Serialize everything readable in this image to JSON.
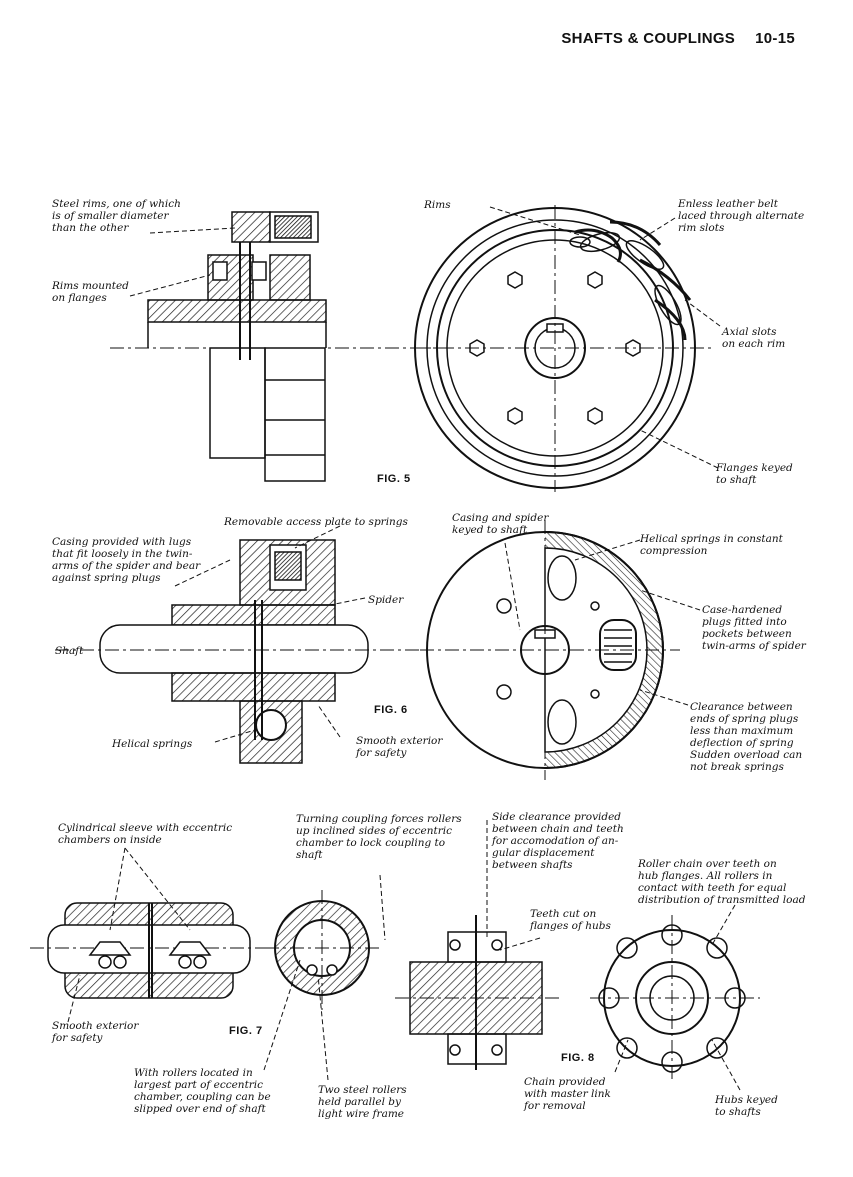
{
  "header": {
    "section": "SHAFTS & COUPLINGS",
    "page": "10-15"
  },
  "fig5": {
    "caption": "FIG. 5",
    "steel_rims": "Steel rims, one of which\nis of smaller diameter\nthan the other",
    "rims_mounted": "Rims mounted\non flanges",
    "rims": "Rims",
    "belt": "Enless leather belt\nlaced through alternate\nrim slots",
    "axial_slots": "Axial slots\non each rim",
    "flanges_keyed": "Flanges keyed\nto shaft"
  },
  "fig6": {
    "caption": "FIG. 6",
    "access_plate": "Removable access plate to springs",
    "casing_lugs": "Casing provided with lugs\nthat fit loosely in the twin-\narms of the spider and bear\nagainst spring plugs",
    "spider": "Spider",
    "shaft": "Shaft",
    "helical_springs": "Helical springs",
    "smooth_exterior": "Smooth exterior\nfor safety",
    "casing_spider_keyed": "Casing and spider\nkeyed to shaft",
    "helical_compression": "Helical springs in constant\ncompression",
    "plugs": "Case-hardened\nplugs fitted into\npockets between\ntwin-arms of spider",
    "clearance": "Clearance between\nends of spring plugs\nless than maximum\ndeflection of spring\nSudden overload can\nnot break springs"
  },
  "fig7": {
    "caption": "FIG. 7",
    "sleeve": "Cylindrical sleeve with eccentric\nchambers on inside",
    "turning": "Turning coupling forces rollers\nup inclined sides of eccentric\nchamber to lock coupling to\nshaft",
    "smooth_exterior": "Smooth exterior\nfor safety",
    "rollers_located": "With rollers located in\nlargest part of eccentric\nchamber, coupling can be\nslipped over end of shaft",
    "two_rollers": "Two steel rollers\nheld parallel by\nlight wire frame"
  },
  "fig8": {
    "caption": "FIG. 8",
    "side_clearance": "Side clearance provided\nbetween chain and teeth\nfor accomodation of an-\ngular displacement\nbetween shafts",
    "roller_chain": "Roller chain over teeth on\nhub flanges. All rollers in\ncontact with teeth for equal\ndistribution of transmitted load",
    "teeth_cut": "Teeth cut on\nflanges of hubs",
    "chain_master": "Chain provided\nwith master link\nfor removal",
    "hubs_keyed": "Hubs keyed\nto shafts"
  }
}
